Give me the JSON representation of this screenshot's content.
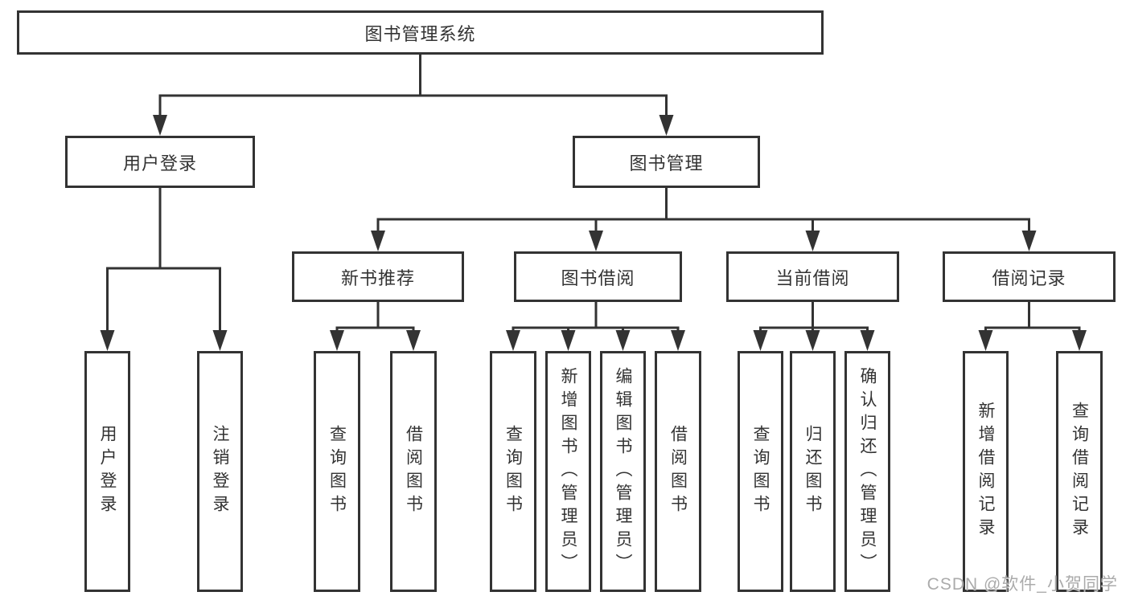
{
  "diagram_title": "图书管理系统",
  "tree": {
    "label": "图书管理系统",
    "children": [
      {
        "label": "用户登录",
        "children": [
          "用户登录",
          "注销登录"
        ]
      },
      {
        "label": "图书管理",
        "children": [
          {
            "label": "新书推荐",
            "children": [
              "查询图书",
              "借阅图书"
            ]
          },
          {
            "label": "图书借阅",
            "children": [
              "查询图书",
              "新增图书（管理员）",
              "编辑图书（管理员）",
              "借阅图书"
            ]
          },
          {
            "label": "当前借阅",
            "children": [
              "查询图书",
              "归还图书",
              "确认归还（管理员）"
            ]
          },
          {
            "label": "借阅记录",
            "children": [
              "新增借阅记录",
              "查询借阅记录"
            ]
          }
        ]
      }
    ]
  },
  "watermark": {
    "text": "CSDN @软件_小贺同学",
    "color": "#ababab"
  },
  "colors": {
    "line": "#333333",
    "box_border": "#333333",
    "text": "#333333",
    "background": "#ffffff"
  }
}
